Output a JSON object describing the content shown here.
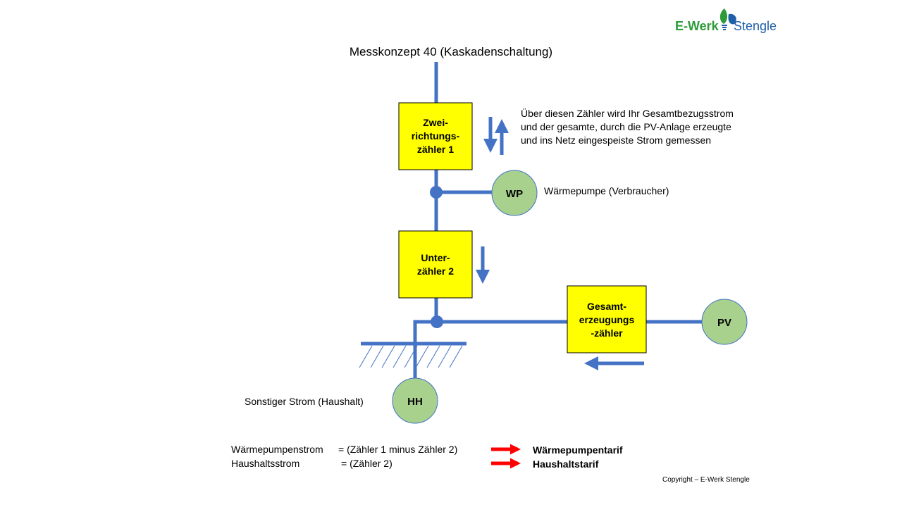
{
  "logo": {
    "brand_left": "E-Werk",
    "brand_right": "Stengle",
    "colors": {
      "green": "#2e9b3a",
      "blue": "#1f5fa8"
    }
  },
  "title": "Messkonzept 40 (Kaskadenschaltung)",
  "meters": {
    "bidirectional": {
      "line1": "Zwei-",
      "line2": "richtungs-",
      "line3": "zähler 1"
    },
    "sub": {
      "line1": "Unter-",
      "line2": "zähler 2"
    },
    "generation": {
      "line1": "Gesamt-",
      "line2": "erzeugungs",
      "line3": "-zähler"
    }
  },
  "nodes": {
    "wp": "WP",
    "pv": "PV",
    "hh": "HH"
  },
  "descriptions": {
    "meter1_line1": "Über diesen Zähler wird Ihr Gesamtbezugsstrom",
    "meter1_line2": "und der gesamte, durch die PV-Anlage erzeugte",
    "meter1_line3": "und ins Netz eingespeiste Strom gemessen",
    "wp": "Wärmepumpe (Verbraucher)",
    "hh": "Sonstiger Strom (Haushalt)"
  },
  "formulas": [
    {
      "label": "Wärmepumpenstrom",
      "formula": "= (Zähler 1 minus Zähler 2)",
      "tariff": "Wärmepumpentarif"
    },
    {
      "label": "Haushaltsstrom",
      "formula": "= (Zähler 2)",
      "tariff": "Haushaltstarif"
    }
  ],
  "copyright": "Copyright – E-Werk Stengle",
  "colors": {
    "line": "#4472c4",
    "meter_fill": "#ffff00",
    "node_fill": "#a9d18e",
    "node_stroke": "#4472c4",
    "tariff_arrow": "#ff0000"
  }
}
